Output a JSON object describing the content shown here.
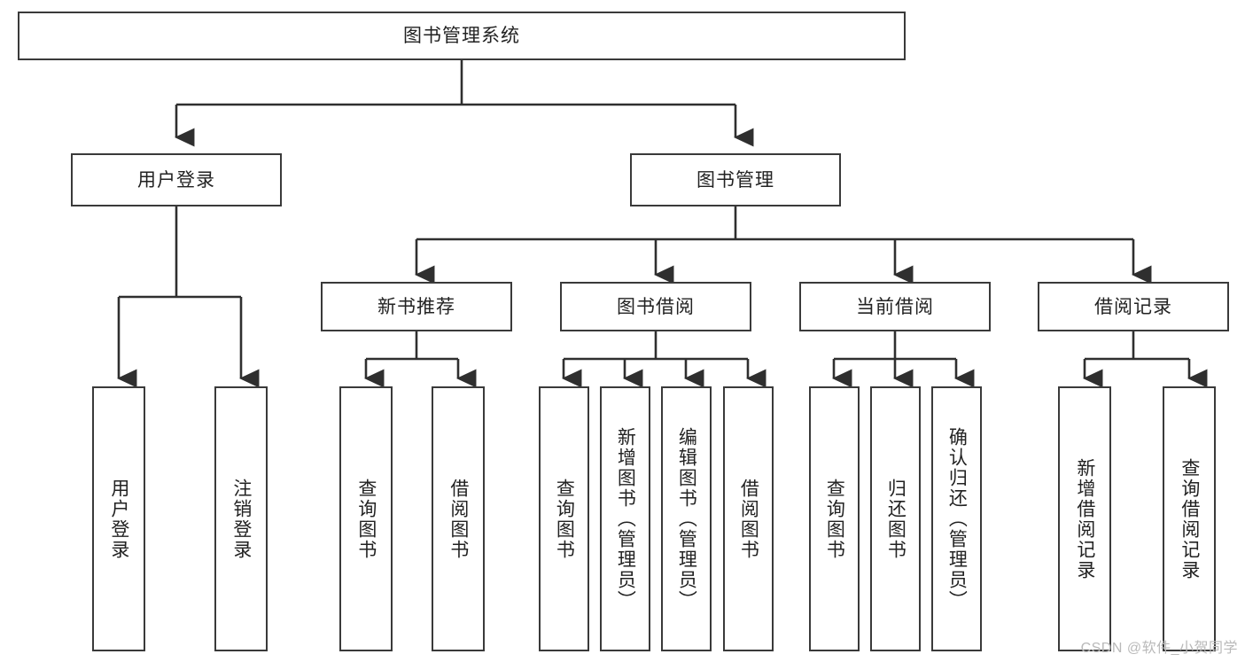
{
  "diagram": {
    "title": "图书管理系统",
    "type": "tree-hierarchy-diagram",
    "colors": {
      "box_border": "#3a3a3a",
      "box_fill": "#ffffff",
      "connector": "#2f2f2f",
      "text": "#222222",
      "watermark": "#b9b9b9",
      "background": "#ffffff"
    },
    "root": {
      "label": "图书管理系统"
    },
    "level2": [
      {
        "label": "用户登录"
      },
      {
        "label": "图书管理"
      }
    ],
    "level3": [
      {
        "label": "新书推荐"
      },
      {
        "label": "图书借阅"
      },
      {
        "label": "当前借阅"
      },
      {
        "label": "借阅记录"
      }
    ],
    "leaves": {
      "user_login": [
        {
          "label": "用户登录"
        },
        {
          "label": "注销登录"
        }
      ],
      "new_book_recommend": [
        {
          "label": "查询图书"
        },
        {
          "label": "借阅图书"
        }
      ],
      "book_borrow": [
        {
          "label": "查询图书"
        },
        {
          "label": "新增图书（管理员）"
        },
        {
          "label": "编辑图书（管理员）"
        },
        {
          "label": "借阅图书"
        }
      ],
      "current_borrow": [
        {
          "label": "查询图书"
        },
        {
          "label": "归还图书"
        },
        {
          "label": "确认归还（管理员）"
        }
      ],
      "borrow_record": [
        {
          "label": "新增借阅记录"
        },
        {
          "label": "查询借阅记录"
        }
      ]
    },
    "watermark": "CSDN @软件_小贺同学"
  }
}
